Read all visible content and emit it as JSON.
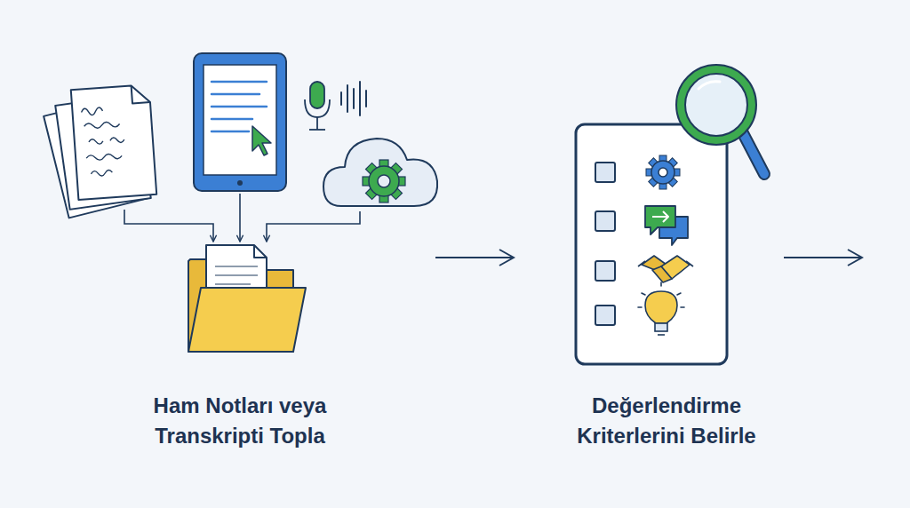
{
  "diagram": {
    "nodes": [
      {
        "text": [
          "Ham Notları veya Transkripti Topla"
        ]
      },
      {
        "text": [
          "Değerlendirme Kriterlerini Belirle"
        ]
      }
    ],
    "edges": [
      {
        "from": 0,
        "to": 1,
        "arrow": "to"
      }
    ]
  }
}
